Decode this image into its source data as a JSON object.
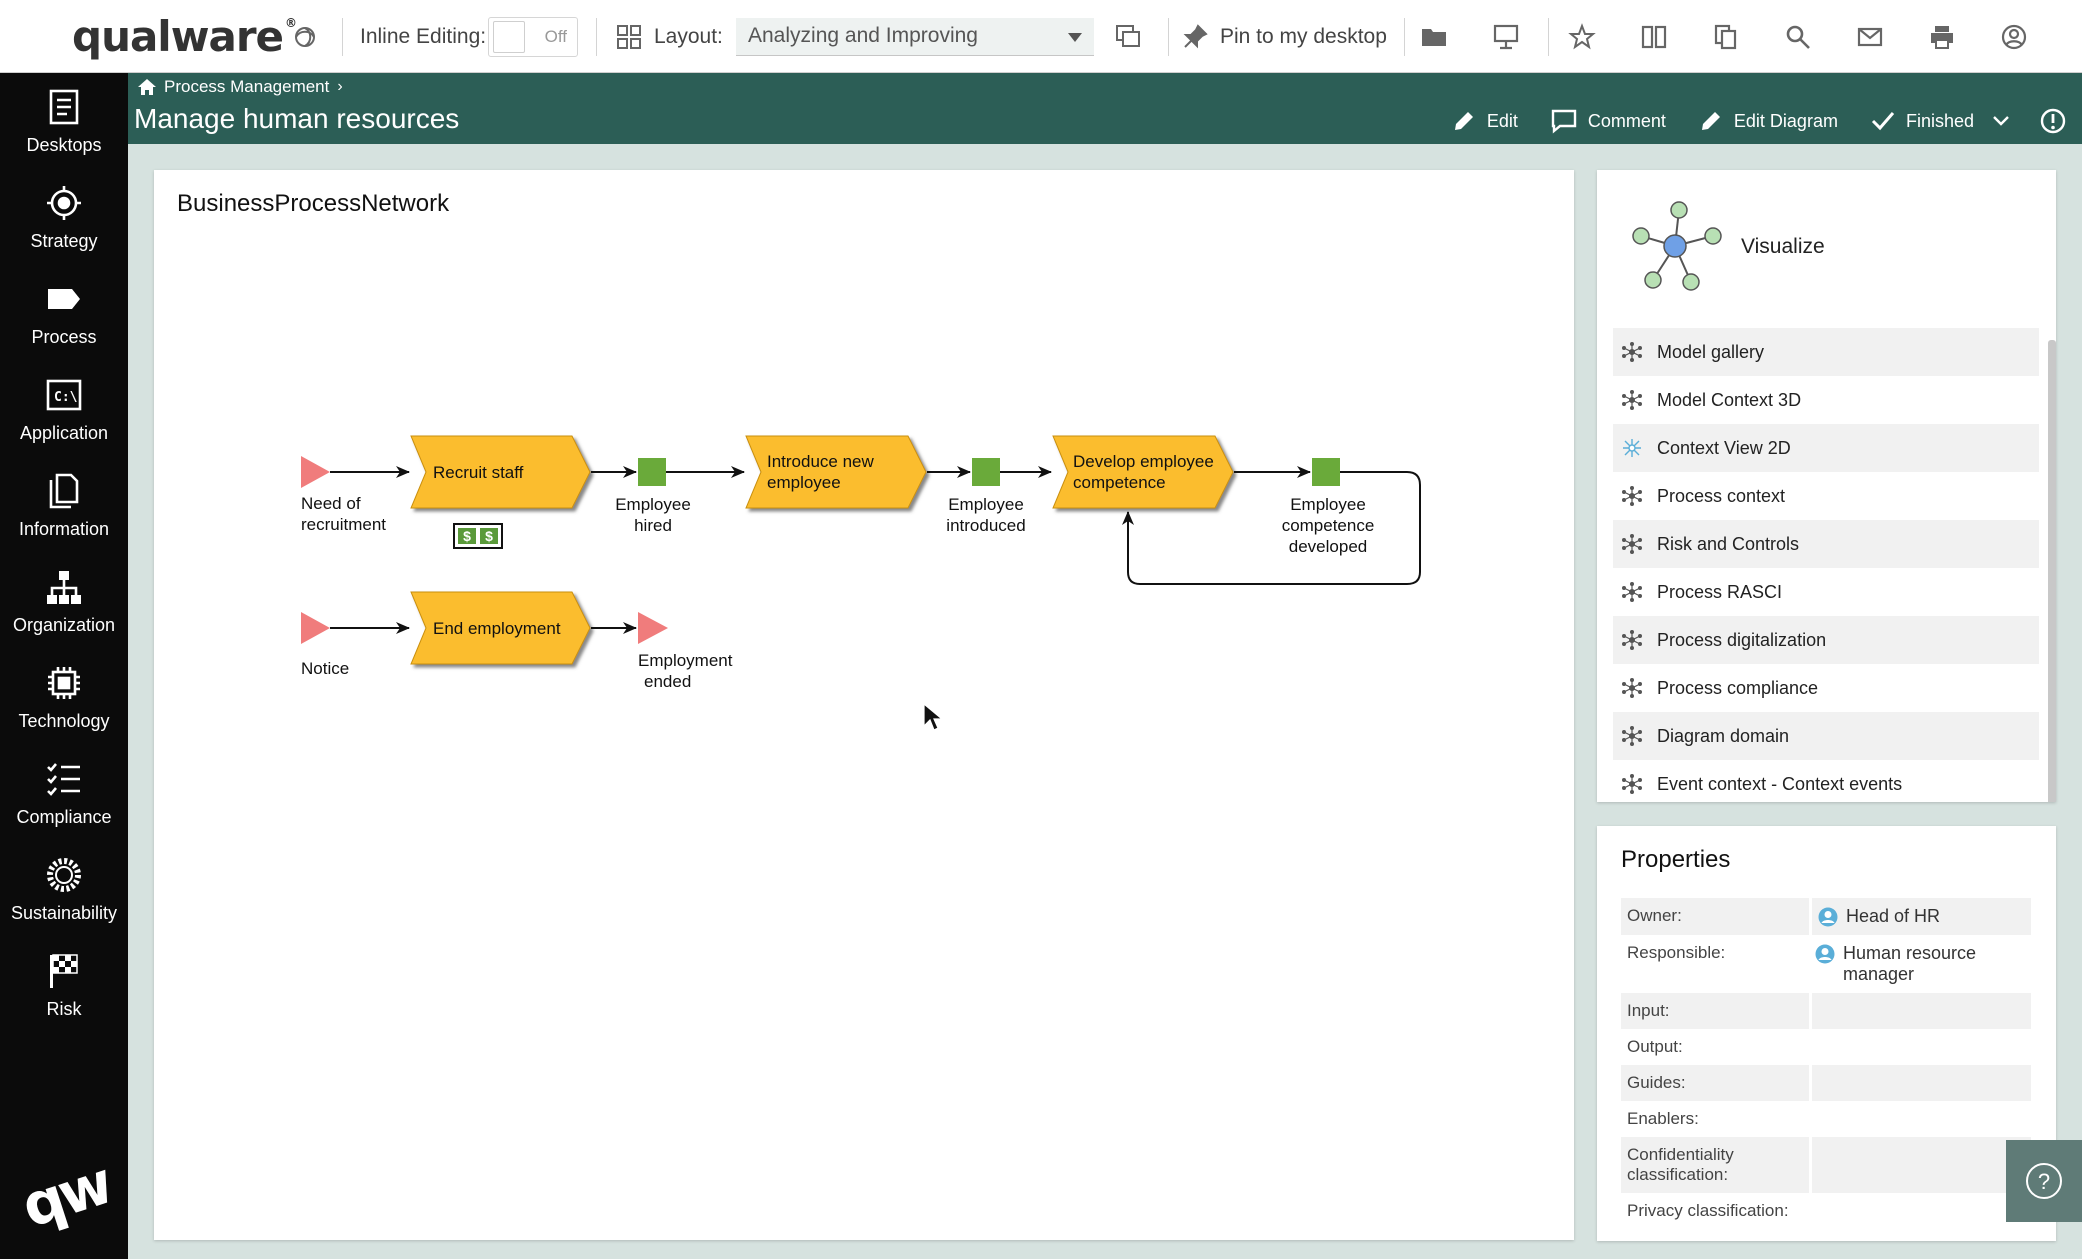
{
  "topbar": {
    "logo_text": "qualware",
    "inline_editing_label": "Inline Editing:",
    "inline_editing_state": "Off",
    "layout_label": "Layout:",
    "layout_value": "Analyzing and Improving",
    "pin_label": "Pin to my desktop"
  },
  "leftnav": {
    "items": [
      {
        "label": "Desktops",
        "icon": "desktops-icon"
      },
      {
        "label": "Strategy",
        "icon": "strategy-icon"
      },
      {
        "label": "Process",
        "icon": "process-icon"
      },
      {
        "label": "Application",
        "icon": "application-icon"
      },
      {
        "label": "Information",
        "icon": "information-icon"
      },
      {
        "label": "Organization",
        "icon": "organization-icon"
      },
      {
        "label": "Technology",
        "icon": "technology-icon"
      },
      {
        "label": "Compliance",
        "icon": "compliance-icon"
      },
      {
        "label": "Sustainability",
        "icon": "sustainability-icon"
      },
      {
        "label": "Risk",
        "icon": "risk-icon"
      }
    ],
    "bottom_logo": "qw"
  },
  "header": {
    "breadcrumb": "Process Management",
    "title": "Manage human resources",
    "actions": {
      "edit": "Edit",
      "comment": "Comment",
      "edit_diagram": "Edit Diagram",
      "finished": "Finished"
    }
  },
  "diagram": {
    "title": "BusinessProcessNetwork",
    "processes": {
      "recruit": "Recruit staff",
      "introduce_1": "Introduce new",
      "introduce_2": "employee",
      "develop_1": "Develop employee",
      "develop_2": "competence",
      "end": "End employment"
    },
    "events": {
      "need_1": "Need of",
      "need_2": "recruitment",
      "hired_1": "Employee",
      "hired_2": "hired",
      "introduced_1": "Employee",
      "introduced_2": "introduced",
      "developed_1": "Employee",
      "developed_2": "competence",
      "developed_3": "developed",
      "notice": "Notice",
      "ended_1": "Employment",
      "ended_2": "ended"
    },
    "cost_symbol": "$"
  },
  "visualize": {
    "title": "Visualize",
    "items": [
      "Model gallery",
      "Model Context 3D",
      "Context View 2D",
      "Process context",
      "Risk and Controls",
      "Process RASCI",
      "Process digitalization",
      "Process compliance",
      "Diagram domain",
      "Event context - Context events"
    ]
  },
  "properties": {
    "title": "Properties",
    "rows": [
      {
        "key": "Owner:",
        "value": "Head of HR"
      },
      {
        "key": "Responsible:",
        "value": "Human resource manager"
      },
      {
        "key": "Input:",
        "value": ""
      },
      {
        "key": "Output:",
        "value": ""
      },
      {
        "key": "Guides:",
        "value": ""
      },
      {
        "key": "Enablers:",
        "value": ""
      },
      {
        "key": "Confidentiality classification:",
        "value": ""
      },
      {
        "key": "Privacy classification:",
        "value": ""
      }
    ]
  },
  "help_label": "?",
  "colors": {
    "header_band": "#2c5e56",
    "process_fill": "#fbbd2e",
    "event_square": "#6aaa3a",
    "start_triangle": "#f07c7c",
    "nav_bg": "#0b0b0b"
  }
}
